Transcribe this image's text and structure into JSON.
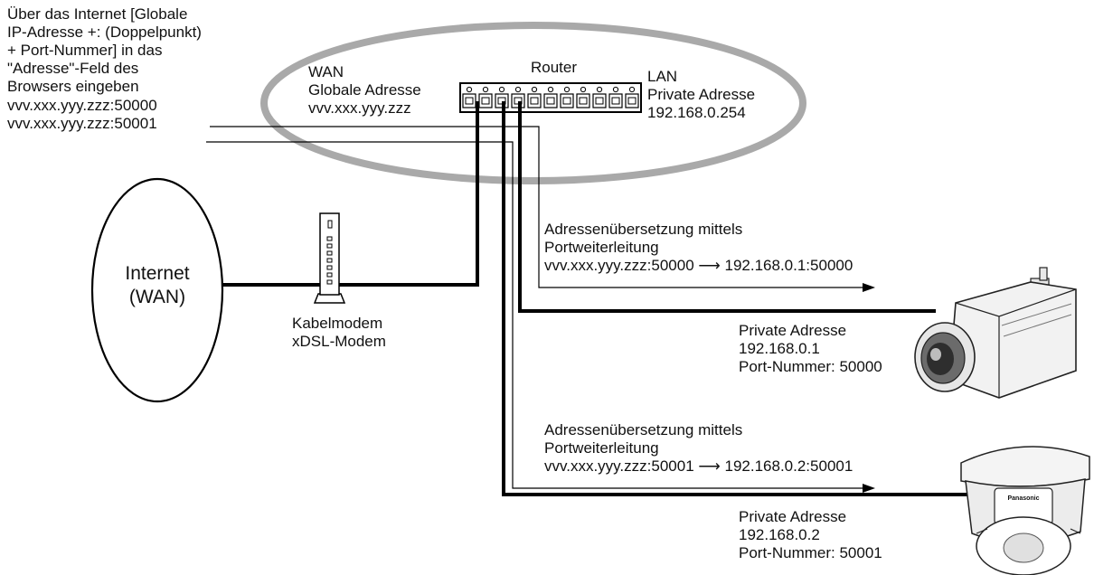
{
  "intro": {
    "lines": [
      "Über das Internet [Globale",
      "IP-Adresse +: (Doppelpunkt)",
      "+ Port-Nummer] in das",
      "\"Adresse\"-Feld des",
      "Browsers eingeben"
    ],
    "address_1": "vvv.xxx.yyy.zzz:50000",
    "address_2": "vvv.xxx.yyy.zzz:50001"
  },
  "router": {
    "label": "Router",
    "wan": {
      "title": "WAN",
      "line1": "Globale Adresse",
      "line2": "vvv.xxx.yyy.zzz"
    },
    "lan": {
      "title": "LAN",
      "line1": "Private Adresse",
      "line2": "192.168.0.254"
    }
  },
  "internet": {
    "line1": "Internet",
    "line2": "(WAN)"
  },
  "modem": {
    "line1": "Kabelmodem",
    "line2": "xDSL-Modem"
  },
  "forward_1": {
    "line1": "Adressenübersetzung mittels",
    "line2": "Portweiterleitung",
    "from": "vvv.xxx.yyy.zzz:50000",
    "arrow": "⟶",
    "to": "192.168.0.1:50000"
  },
  "forward_2": {
    "line1": "Adressenübersetzung mittels",
    "line2": "Portweiterleitung",
    "from": "vvv.xxx.yyy.zzz:50001",
    "arrow": "⟶",
    "to": "192.168.0.2:50001"
  },
  "camera_1": {
    "line1": "Private Adresse",
    "line2": "192.168.0.1",
    "line3": "Port-Nummer: 50000"
  },
  "camera_2": {
    "line1": "Private Adresse",
    "line2": "192.168.0.2",
    "line3": "Port-Nummer: 50001"
  },
  "dome_brand": "Panasonic",
  "colors": {
    "ring": "#a9a9a9",
    "line": "#000000",
    "device_fill": "#f2f2f2"
  }
}
